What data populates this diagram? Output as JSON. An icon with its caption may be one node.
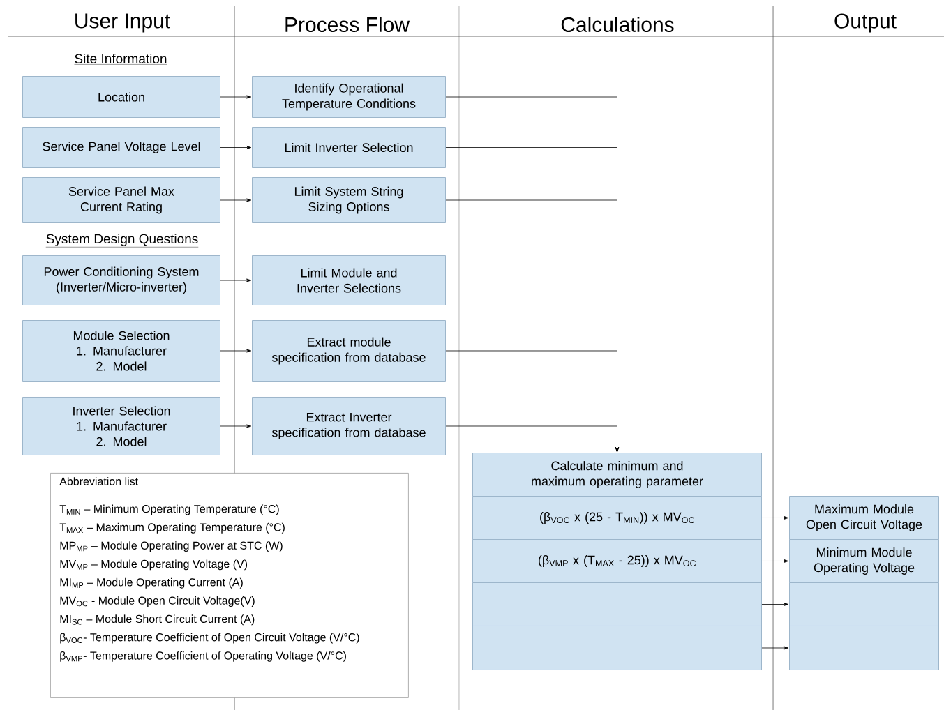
{
  "diagram": {
    "nodes": [
      {
        "text": [
          "Location"
        ]
      },
      {
        "text": [
          "Identify Operational Temperature Conditions"
        ]
      },
      {
        "text": [
          "Service Panel Voltage Level"
        ]
      },
      {
        "text": [
          "Limit Inverter Selection"
        ]
      },
      {
        "text": [
          "Service Panel Max Current Rating"
        ]
      },
      {
        "text": [
          "Limit System String Sizing Options"
        ]
      },
      {
        "text": [
          "Power Conditioning System (Inverter/Micro-inverter)"
        ]
      },
      {
        "text": [
          "Limit Module and Inverter Selections"
        ]
      },
      {
        "text": [
          "Module Selection 1. Manufacturer 2. Model"
        ]
      },
      {
        "text": [
          "Extract module specification from database"
        ]
      },
      {
        "text": [
          "Inverter Selection 1. Manufacturer 2. Model"
        ]
      },
      {
        "text": [
          "Extract Inverter specification from database"
        ]
      },
      {
        "text": [
          "Calculate minimum and maximum operating parameter"
        ]
      },
      {
        "text": [
          "(β$_{VOC}$ x (25 - T$_{MIN}$)) x MV$_{OC}$"
        ]
      },
      {
        "text": [
          "(β$_{VMP}$ x (T$_{MAX}$ - 25)) x MV$_{OC}$"
        ]
      },
      {
        "text": [],
        "shape": "box"
      },
      {
        "text": [],
        "shape": "box"
      },
      {
        "text": [
          "Maximum Module Open Circuit Voltage"
        ]
      },
      {
        "text": [
          "Minimum Module Operating Voltage"
        ]
      },
      {
        "text": [],
        "shape": "box"
      },
      {
        "text": [],
        "shape": "box"
      },
      {
        "text": [
          "Abbreviation list",
          "T$_{MIN}$ – Minimum Operating Temperature (°C)",
          "T$_{MAX}$ – Maximum Operating Temperature (°C)",
          "MP$_{MP}$ – Module Operating Power at STC (W)",
          "MV$_{MP}$ – Module Operating Voltage (V)",
          "MI$_{MP}$ – Module Operating Current (A)",
          "MV$_{OC}$ - Module Open Circuit Voltage(V)",
          "MI$_{SC}$ – Module Short Circuit Current (A)",
          "β$_{VOC}$- Temperature Coefficient of Open Circuit Voltage (V/°C)",
          "β$_{VMP}$- Temperature Coefficient of Operating Voltage (V/°C)"
        ]
      }
    ],
    "edges": [
      {
        "from": 0,
        "to": 1,
        "arrow": "to"
      },
      {
        "from": 2,
        "to": 3,
        "arrow": "to"
      },
      {
        "from": 4,
        "to": 5,
        "arrow": "to"
      },
      {
        "from": 6,
        "to": 7,
        "arrow": "to"
      },
      {
        "from": 8,
        "to": 9,
        "arrow": "to"
      },
      {
        "from": 10,
        "to": 11,
        "arrow": "to"
      },
      {
        "from": 1,
        "to": 12,
        "arrow": "to"
      },
      {
        "from": 3,
        "to": 12,
        "arrow": "to"
      },
      {
        "from": 5,
        "to": 12,
        "arrow": "to"
      },
      {
        "from": 9,
        "to": 12,
        "arrow": "to"
      },
      {
        "from": 11,
        "to": 12,
        "arrow": "to"
      },
      {
        "from": 13,
        "to": 17,
        "arrow": "to"
      },
      {
        "from": 14,
        "to": 18,
        "arrow": "to"
      },
      {
        "from": 15,
        "to": 19,
        "arrow": "to"
      },
      {
        "from": 16,
        "to": 20,
        "arrow": "to"
      }
    ],
    "labels": [
      "User Input",
      "Process Flow",
      "Calculations",
      "Output",
      "Site Information",
      "System Design Questions"
    ]
  }
}
